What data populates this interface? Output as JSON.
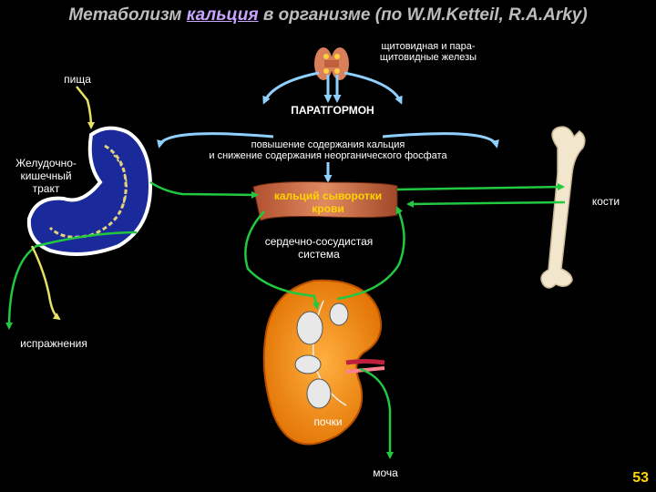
{
  "title": {
    "part1": "Метаболизм",
    "part2": "кальция",
    "part3": "в организме (по W.M.Ketteil, R.A.Arky)"
  },
  "labels": {
    "glands": "щитовидная и пара-\nщитовидные железы",
    "food": "пища",
    "hormone": "ПАРАТГОРМОН",
    "effect": "повышение содержания кальция\nи снижение содержания неорганического фосфата",
    "gi_tract": "Желудочно-\nкишечный\nтракт",
    "serum": "кальций сыворотки\nкрови",
    "bones": "кости",
    "cardio": "сердечно-сосудистая\nсистема",
    "feces": "испражнения",
    "kidneys": "почки",
    "urine": "моча"
  },
  "page_number": "53",
  "colors": {
    "background": "#000000",
    "flow_arrow": "#22c840",
    "hormone_arrow": "#8fd0ff",
    "food_arrow": "#e8e066",
    "title_accent": "#c9a5ff",
    "page_number": "#ffd400"
  },
  "icons": [
    "thyroid-gland-icon",
    "stomach-icon",
    "blood-vessel-icon",
    "bone-icon",
    "kidney-icon"
  ]
}
